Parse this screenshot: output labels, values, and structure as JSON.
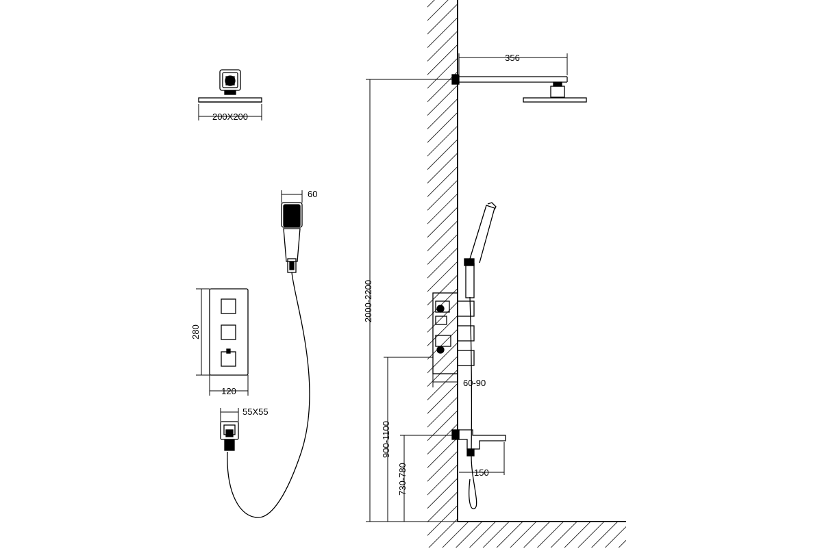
{
  "colors": {
    "line": "#000000",
    "background": "#ffffff"
  },
  "labels": {
    "head_size": "200X200",
    "hand_width": "60",
    "panel_height": "280",
    "panel_width": "120",
    "holder_size": "55X55",
    "arm_length": "356",
    "head_height": "2000-2200",
    "wall_depth": "60-90",
    "mixer_height": "900-1100",
    "spout_height": "730-780",
    "spout_length": "150"
  }
}
